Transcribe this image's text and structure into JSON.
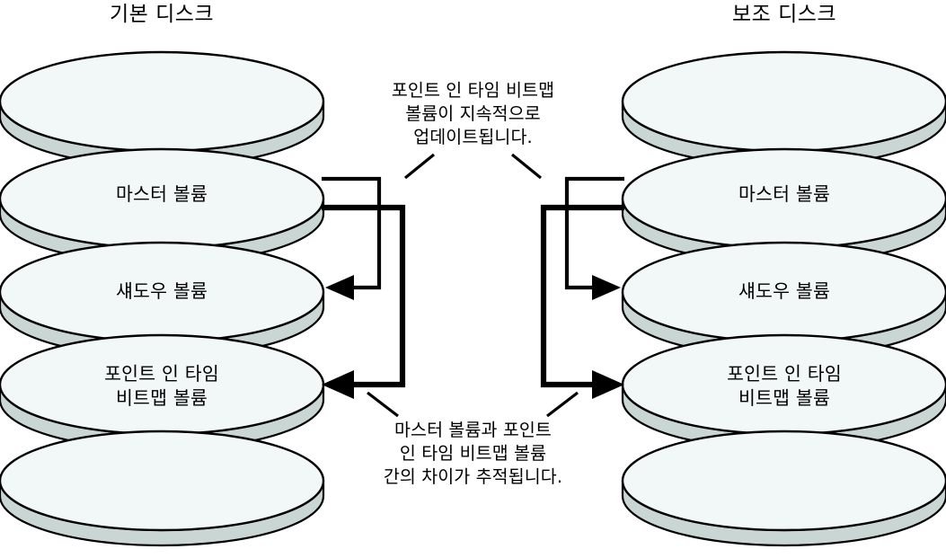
{
  "diagram": {
    "titles": {
      "primary_disk": "기본 디스크",
      "secondary_disk": "보조 디스크"
    },
    "primary_stack": {
      "disks": [
        {
          "label": ""
        },
        {
          "label": "마스터 볼륨"
        },
        {
          "label": "섀도우 볼륨"
        },
        {
          "label": "포인트 인 타임\n비트맵 볼륨"
        },
        {
          "label": ""
        }
      ]
    },
    "secondary_stack": {
      "disks": [
        {
          "label": ""
        },
        {
          "label": "마스터 볼륨"
        },
        {
          "label": "섀도우 볼륨"
        },
        {
          "label": "포인트 인 타임\n비트맵 볼륨"
        },
        {
          "label": ""
        }
      ]
    },
    "notes": {
      "top": "포인트 인 타임 비트맵\n볼륨이 지속적으로\n업데이트됩니다.",
      "bottom": "마스터 볼륨과 포인트\n인 타임 비트맵 볼륨\n간의 차이가 추적됩니다."
    },
    "colors": {
      "disk_top_fill": "#f2f7f7",
      "disk_rim_fill": "#c9d6d4",
      "outline": "#000000",
      "background": "#ffffff",
      "arrow": "#000000",
      "text": "#000000"
    }
  }
}
